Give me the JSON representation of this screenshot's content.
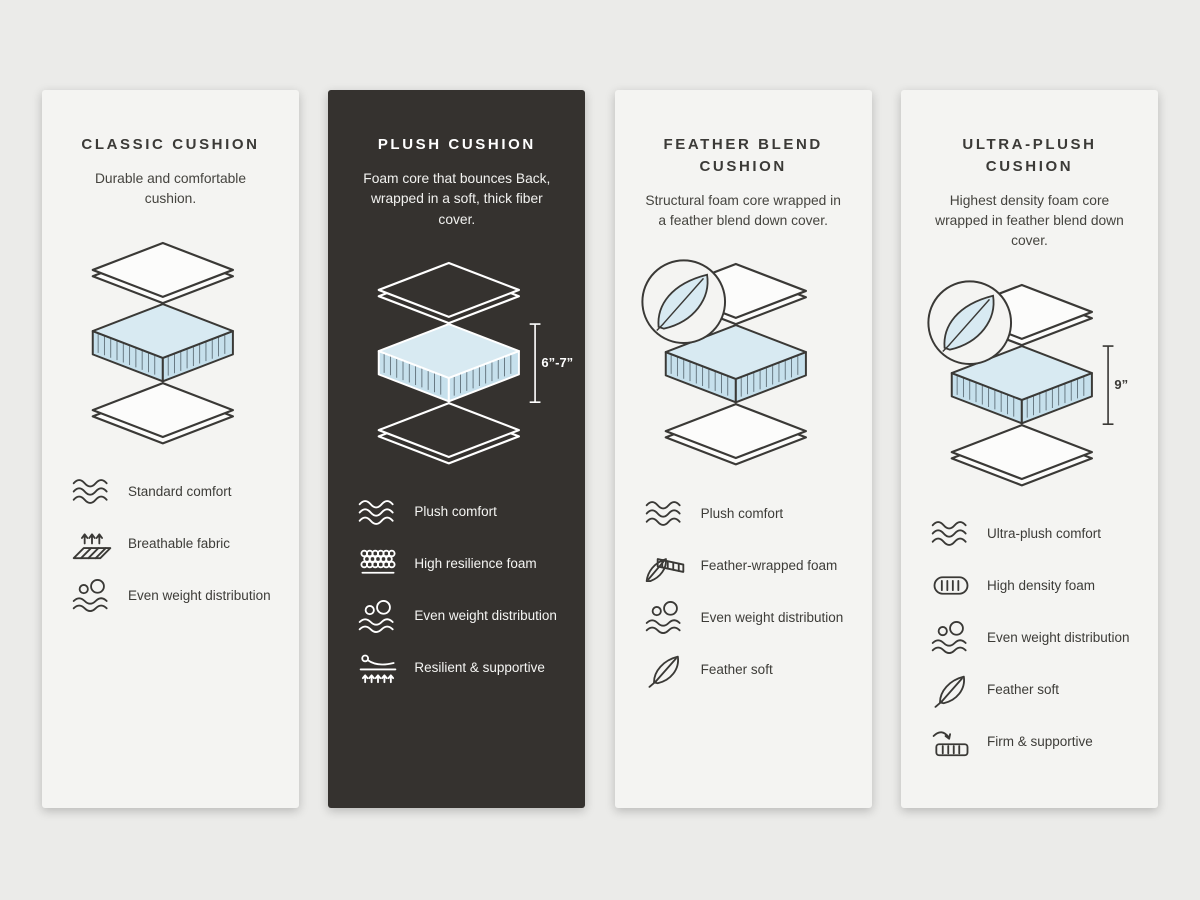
{
  "colors": {
    "foam_top": "#d8eaf2",
    "foam_side": "#c6e0ec",
    "light_card": "#f4f4f2",
    "dark_card": "#35322f",
    "ink_light": "#3a3936",
    "ink_dark": "#ffffff"
  },
  "cards": [
    {
      "id": "classic-cushion",
      "theme": "light",
      "title": "CLASSIC CUSHION",
      "description": "Durable and comfortable cushion.",
      "measure": "",
      "feather_badge": false,
      "features": [
        {
          "icon": "waves-icon",
          "label": "Standard comfort"
        },
        {
          "icon": "breathable-fabric-icon",
          "label": "Breathable fabric"
        },
        {
          "icon": "even-weight-icon",
          "label": "Even weight distribution"
        }
      ]
    },
    {
      "id": "plush-cushion",
      "theme": "dark",
      "title": "PLUSH CUSHION",
      "description": "Foam core that bounces Back, wrapped in a soft, thick fiber cover.",
      "measure": "6”-7”",
      "feather_badge": false,
      "features": [
        {
          "icon": "waves-icon",
          "label": "Plush comfort"
        },
        {
          "icon": "resilience-foam-icon",
          "label": "High resilience foam"
        },
        {
          "icon": "even-weight-icon",
          "label": "Even weight distribution"
        },
        {
          "icon": "resilient-supportive-icon",
          "label": "Resilient & supportive"
        }
      ]
    },
    {
      "id": "feather-blend-cushion",
      "theme": "light",
      "title": "FEATHER BLEND CUSHION",
      "description": "Structural foam core wrapped in a feather blend down cover.",
      "measure": "",
      "feather_badge": true,
      "features": [
        {
          "icon": "waves-icon",
          "label": "Plush comfort"
        },
        {
          "icon": "feather-wrapped-foam-icon",
          "label": "Feather-wrapped foam"
        },
        {
          "icon": "even-weight-icon",
          "label": "Even weight distribution"
        },
        {
          "icon": "feather-icon",
          "label": "Feather soft"
        }
      ]
    },
    {
      "id": "ultra-plush-cushion",
      "theme": "light",
      "title": "ULTRA-PLUSH CUSHION",
      "description": "Highest density foam core wrapped in feather blend down cover.",
      "measure": "9”",
      "feather_badge": true,
      "features": [
        {
          "icon": "waves-icon",
          "label": "Ultra-plush comfort"
        },
        {
          "icon": "high-density-foam-icon",
          "label": "High density foam"
        },
        {
          "icon": "even-weight-icon",
          "label": "Even weight distribution"
        },
        {
          "icon": "feather-icon",
          "label": "Feather soft"
        },
        {
          "icon": "firm-supportive-icon",
          "label": "Firm & supportive"
        }
      ]
    }
  ]
}
